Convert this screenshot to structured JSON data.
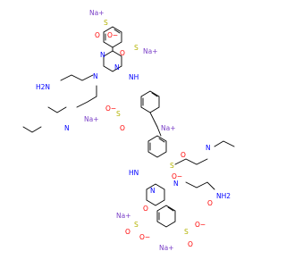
{
  "molecule": {
    "atom_labels": {
      "na": "Na",
      "na_plus": "Na+",
      "o": "O",
      "o_minus": "O−",
      "s": "S",
      "n": "N",
      "nh": "NH",
      "hn": "HN",
      "nh2": "NH2",
      "h2n": "H2N",
      "plus": "+",
      "minus": "−"
    }
  }
}
